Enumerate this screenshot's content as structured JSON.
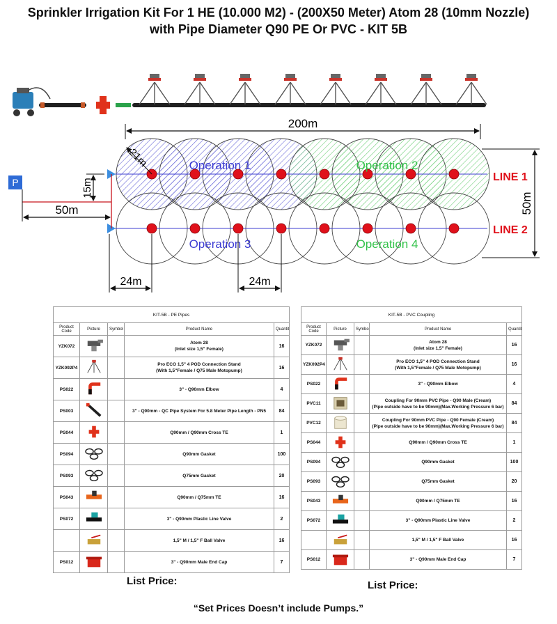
{
  "title": {
    "line1": "Sprinkler Irrigation Kit For 1 HE (10.000 M2) - (200X50 Meter) Atom 28 (10mm Nozzle)",
    "line2": "with Pipe Diameter Q90 PE Or PVC - KIT 5B"
  },
  "diagram": {
    "pump_label": "P",
    "dim_200": "200m",
    "dim_50m_vertical": "50m",
    "dim_15m": "15m",
    "dim_50m_pipe": "50m",
    "dim_21m": "21m",
    "dim_24m_a": "24m",
    "dim_24m_b": "24m",
    "line1": "LINE 1",
    "line2": "LINE 2",
    "op1": "Operation 1",
    "op2": "Operation 2",
    "op3": "Operation 3",
    "op4": "Operation 4",
    "colors": {
      "op_blue": "#3c3cd2",
      "op_green": "#33c24a",
      "line_red": "#e0111b",
      "pipe_red": "#c8141c",
      "pump_box": "#2e6bd6"
    }
  },
  "table_headers": {
    "code": "Product Code",
    "picture": "Picture",
    "symbol": "Symbol",
    "name": "Product Name",
    "qty": "Quantity"
  },
  "table_pe": {
    "caption": "KIT-5B - PE Pipes",
    "rows": [
      {
        "code": "YZK072",
        "icon": "sprinkler-icon",
        "name_l1": "Atom 28",
        "name_l2": "(Inlet size 1,5\" Female)",
        "qty": "16"
      },
      {
        "code": "YZK092P4",
        "icon": "stand-icon",
        "name_l1": "Pro ECO 1,5\" 4 POD Connection Stand",
        "name_l2": "(With 1,5\"Female / Q75 Male Motopump)",
        "qty": "16"
      },
      {
        "code": "PS022",
        "icon": "elbow-icon",
        "name_l1": "3\" - Q90mm Elbow",
        "name_l2": "",
        "qty": "4"
      },
      {
        "code": "PS003",
        "icon": "pipe-icon",
        "name_l1": "3\" - Q90mm - QC Pipe System For 5.8 Meter Pipe Length - PN5",
        "name_l2": "",
        "qty": "84"
      },
      {
        "code": "PS044",
        "icon": "cross-te-icon",
        "name_l1": "Q90mm / Q90mm Cross TE",
        "name_l2": "",
        "qty": "1"
      },
      {
        "code": "PS094",
        "icon": "gasket-icon",
        "name_l1": "Q90mm Gasket",
        "name_l2": "",
        "qty": "100"
      },
      {
        "code": "PS093",
        "icon": "gasket-icon",
        "name_l1": "Q75mm Gasket",
        "name_l2": "",
        "qty": "20"
      },
      {
        "code": "PS043",
        "icon": "te-icon",
        "name_l1": "Q90mm / Q75mm TE",
        "name_l2": "",
        "qty": "16"
      },
      {
        "code": "PS072",
        "icon": "valve-icon",
        "name_l1": "3\" - Q90mm Plastic Line Valve",
        "name_l2": "",
        "qty": "2"
      },
      {
        "code": "",
        "icon": "ball-valve-icon",
        "name_l1": "1,5\" M / 1,5\" F Ball Valve",
        "name_l2": "",
        "qty": "16"
      },
      {
        "code": "PS012",
        "icon": "end-cap-icon",
        "name_l1": "3\" - Q90mm Male End Cap",
        "name_l2": "",
        "qty": "7"
      }
    ]
  },
  "table_pvc": {
    "caption": "KIT-5B - PVC Coupling",
    "rows": [
      {
        "code": "YZK072",
        "icon": "sprinkler-icon",
        "name_l1": "Atom 28",
        "name_l2": "(Inlet size 1,5\" Female)",
        "qty": "16"
      },
      {
        "code": "YZK092P4",
        "icon": "stand-icon",
        "name_l1": "Pro ECO 1,5\" 4 POD Connection Stand",
        "name_l2": "(With 1,5\"Female / Q75 Male Motopump)",
        "qty": "16"
      },
      {
        "code": "PS022",
        "icon": "elbow-icon",
        "name_l1": "3\" - Q90mm Elbow",
        "name_l2": "",
        "qty": "4"
      },
      {
        "code": "PVC11",
        "icon": "coupling-male-icon",
        "name_l1": "Coupling For 90mm PVC Pipe - Q90 Male (Cream)",
        "name_l2": "(Pipe outside have to be 90mm)(Max.Working Pressure 6 bar)",
        "qty": "84"
      },
      {
        "code": "PVC12",
        "icon": "coupling-female-icon",
        "name_l1": "Coupling For 90mm PVC Pipe - Q90 Female (Cream)",
        "name_l2": "(Pipe outside have to be 90mm)(Max.Working Pressure 6 bar)",
        "qty": "84"
      },
      {
        "code": "PS044",
        "icon": "cross-te-icon",
        "name_l1": "Q90mm / Q90mm Cross TE",
        "name_l2": "",
        "qty": "1"
      },
      {
        "code": "PS094",
        "icon": "gasket-icon",
        "name_l1": "Q90mm Gasket",
        "name_l2": "",
        "qty": "100"
      },
      {
        "code": "PS093",
        "icon": "gasket-icon",
        "name_l1": "Q75mm Gasket",
        "name_l2": "",
        "qty": "20"
      },
      {
        "code": "PS043",
        "icon": "te-icon",
        "name_l1": "Q90mm / Q75mm TE",
        "name_l2": "",
        "qty": "16"
      },
      {
        "code": "PS072",
        "icon": "valve-icon",
        "name_l1": "3\" - Q90mm Plastic Line Valve",
        "name_l2": "",
        "qty": "2"
      },
      {
        "code": "",
        "icon": "ball-valve-icon",
        "name_l1": "1,5\" M / 1,5\" F Ball Valve",
        "name_l2": "",
        "qty": "16"
      },
      {
        "code": "PS012",
        "icon": "end-cap-icon",
        "name_l1": "3\" - Q90mm Male End Cap",
        "name_l2": "",
        "qty": "7"
      }
    ]
  },
  "list_price_left": "List Price:",
  "list_price_right": "List Price:",
  "footer_note": "“Set Prices Doesn’t include Pumps.”"
}
